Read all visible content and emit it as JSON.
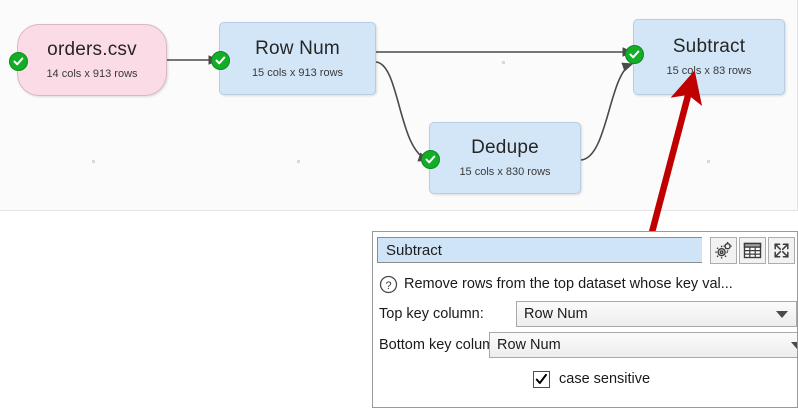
{
  "canvas": {
    "nodes": [
      {
        "id": "orders-csv",
        "title": "orders.csv",
        "subtitle": "14 cols x 913 rows",
        "status": "ok",
        "type": "source"
      },
      {
        "id": "row-num",
        "title": "Row Num",
        "subtitle": "15 cols x 913 rows",
        "status": "ok",
        "type": "transform"
      },
      {
        "id": "dedupe",
        "title": "Dedupe",
        "subtitle": "15 cols x 830 rows",
        "status": "ok",
        "type": "transform"
      },
      {
        "id": "subtract",
        "title": "Subtract",
        "subtitle": "15 cols x 83 rows",
        "status": "ok",
        "type": "transform"
      }
    ],
    "colors": {
      "source_fill": "#fadbe6",
      "transform_fill": "#d3e6f8",
      "status_ok": "#14ad27",
      "annotation_arrow": "#c00000"
    }
  },
  "panel": {
    "title_value": "Subtract",
    "toolbar": [
      {
        "name": "settings-gears",
        "label": "Settings"
      },
      {
        "name": "table-grid",
        "label": "Table"
      },
      {
        "name": "expand-arrows",
        "label": "Expand"
      }
    ],
    "help_text": "Remove rows from the top dataset whose key val...",
    "fields": [
      {
        "label": "Top key column:",
        "value": "Row Num"
      },
      {
        "label": "Bottom key column:",
        "value": "Row Num"
      }
    ],
    "checkbox": {
      "label": "case sensitive",
      "checked": true
    }
  }
}
